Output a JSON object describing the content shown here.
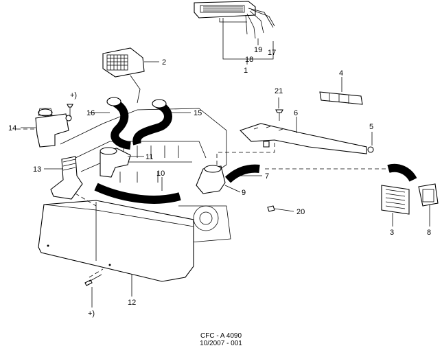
{
  "diagram": {
    "callouts": {
      "c1": "1",
      "c2": "2",
      "c3": "3",
      "c4": "4",
      "c5": "5",
      "c6": "6",
      "c7": "7",
      "c8": "8",
      "c9": "9",
      "c10": "10",
      "c11": "11",
      "c12": "12",
      "c13": "13",
      "c14": "14",
      "c15": "15",
      "c16": "16",
      "c17": "17",
      "c18": "18",
      "c19": "19",
      "c20": "20",
      "c21": "21",
      "plus_top": "+)",
      "plus_bottom": "+)"
    }
  },
  "footer": {
    "code": "CFC - A 4090",
    "date": "10/2007 - 001"
  }
}
